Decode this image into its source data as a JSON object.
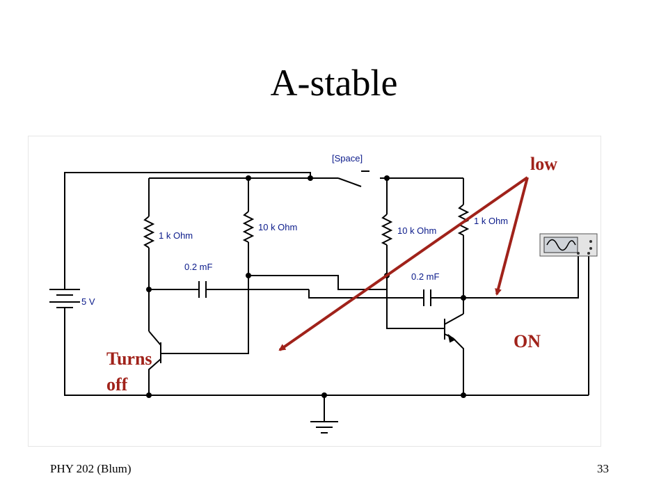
{
  "slide": {
    "title": "A-stable"
  },
  "circuit": {
    "switch_label": "[Space]",
    "r1_label": "1 k Ohm",
    "r2_label": "10 k Ohm",
    "r3_label": "10 k Ohm",
    "r4_label": "1 k Ohm",
    "c1_label": "0.2 mF",
    "c2_label": "0.2 mF",
    "battery_label": "5 V"
  },
  "annotations": {
    "low": "low",
    "on": "ON",
    "turns_off_line1": "Turns",
    "turns_off_line2": "off",
    "arrow_color": "#a0221a"
  },
  "footer": {
    "course": "PHY 202 (Blum)",
    "page_number": "33"
  },
  "colors": {
    "wire": "#000000",
    "component_label": "#0a1a8a",
    "annotation": "#a0221a",
    "panel_border": "#e6e6e6"
  },
  "icons": [
    "oscilloscope-icon",
    "ground-icon",
    "battery-icon",
    "transistor-icon"
  ]
}
